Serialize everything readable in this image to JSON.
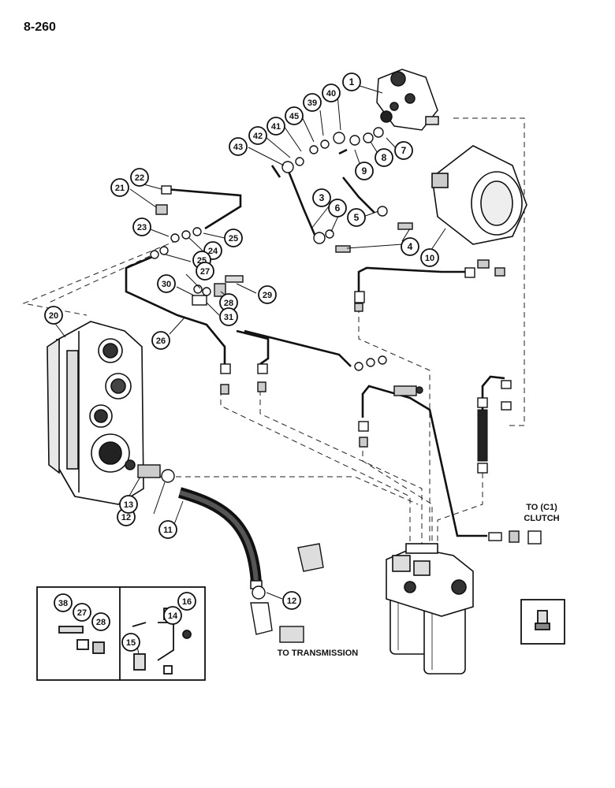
{
  "page_number": "8-260",
  "notes": {
    "to_c1_clutch_line1": "TO (C1)",
    "to_c1_clutch_line2": "CLUTCH",
    "to_transmission": "TO TRANSMISSION"
  },
  "callouts": [
    "1",
    "3",
    "4",
    "5",
    "6",
    "7",
    "8",
    "9",
    "10",
    "11",
    "12",
    "12",
    "13",
    "14",
    "15",
    "16",
    "20",
    "21",
    "22",
    "23",
    "24",
    "25",
    "25",
    "26",
    "27",
    "27",
    "28",
    "28",
    "29",
    "30",
    "31",
    "38",
    "39",
    "40",
    "41",
    "42",
    "43",
    "45"
  ],
  "colors": {
    "ink": "#111111",
    "paper": "#ffffff",
    "shade": "#3a3a3a"
  }
}
